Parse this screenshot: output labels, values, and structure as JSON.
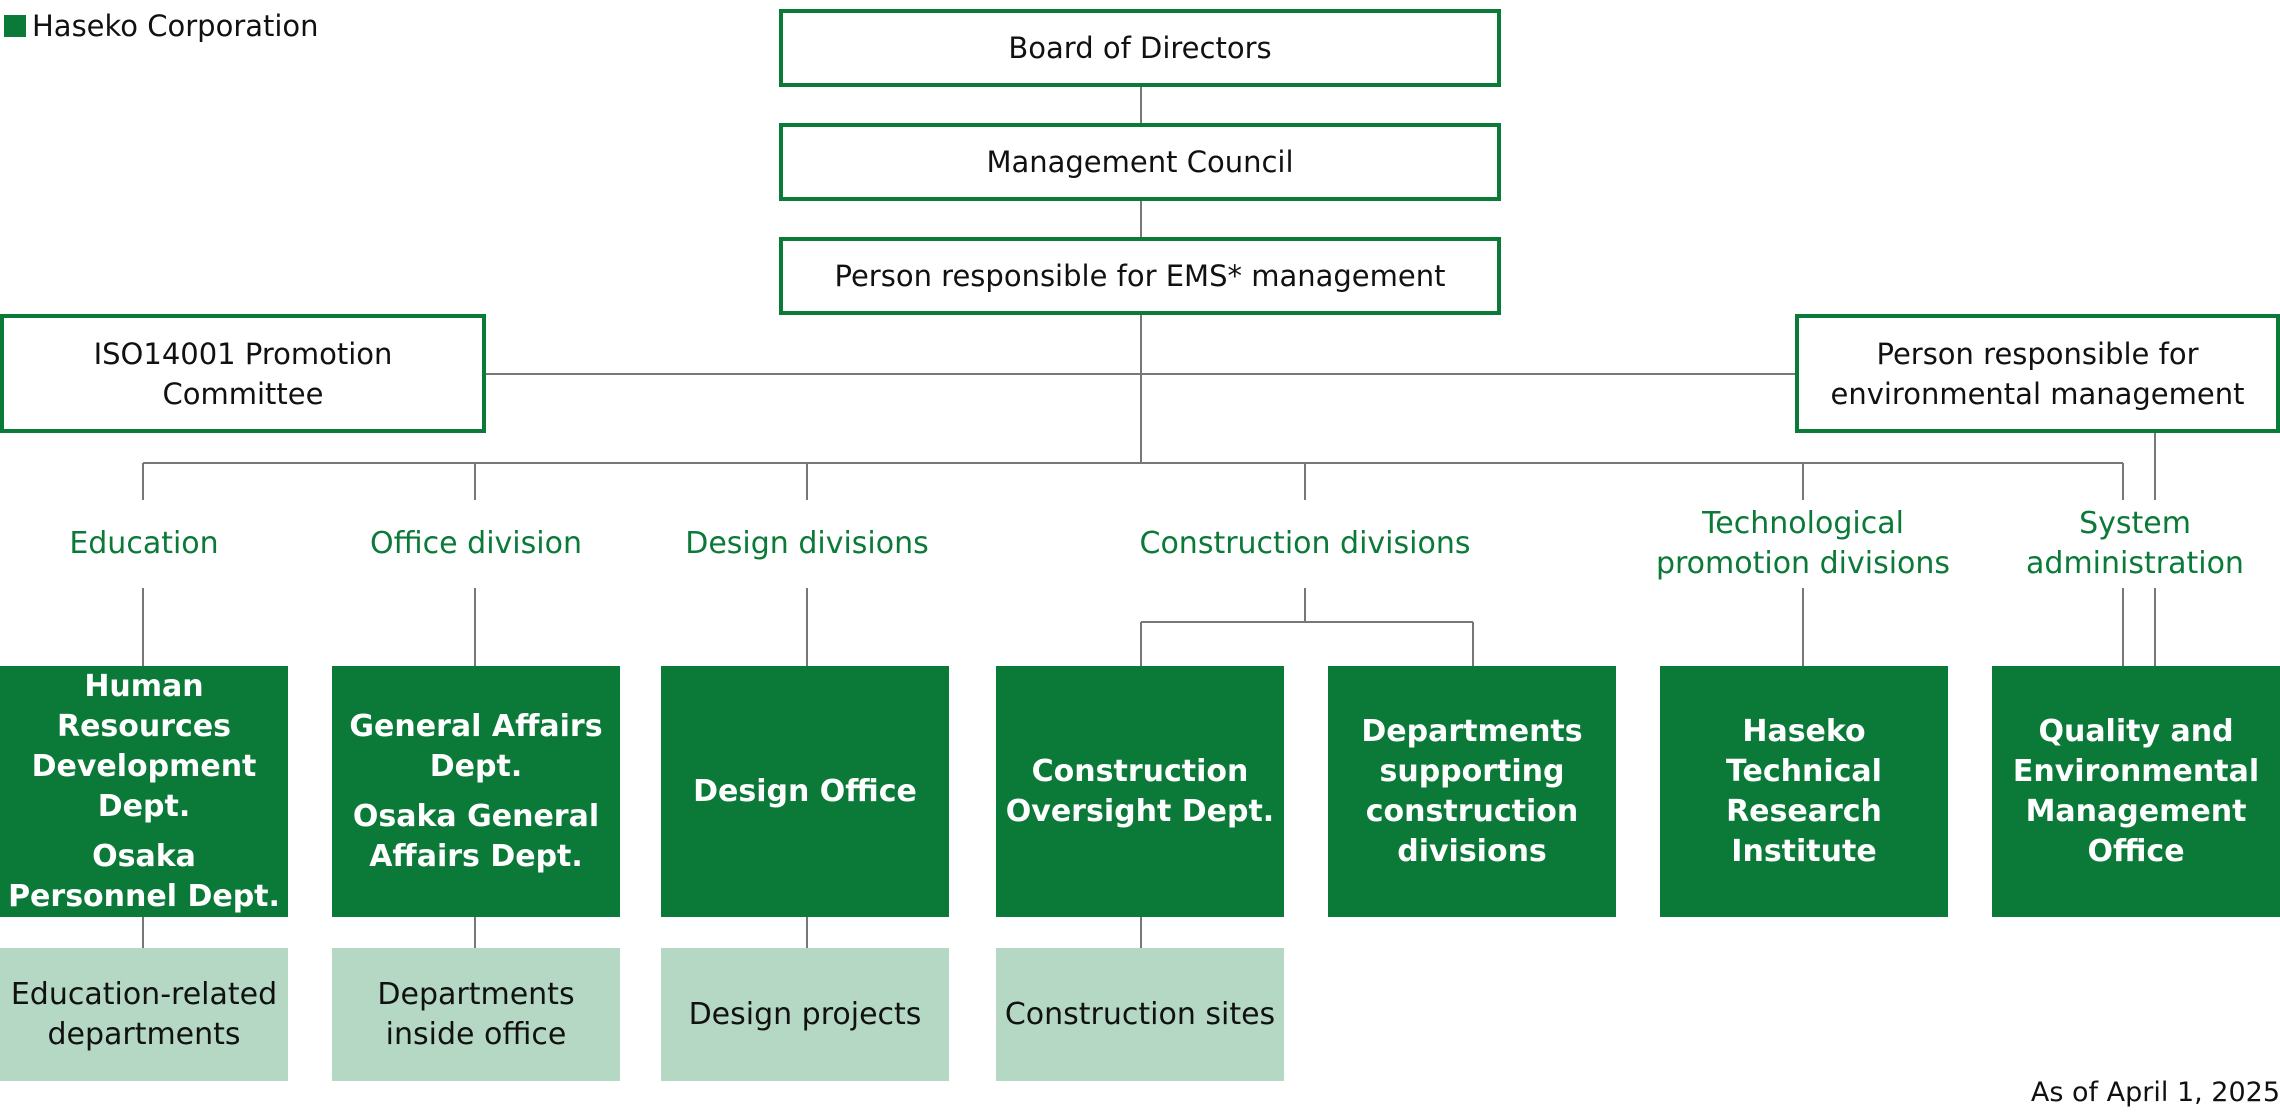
{
  "legend": {
    "label": "Haseko Corporation",
    "color": "#0b7a38"
  },
  "top_chain": [
    {
      "label": "Board of Directors"
    },
    {
      "label": "Management Council"
    },
    {
      "label": "Person responsible for EMS* management"
    }
  ],
  "side_boxes": {
    "left": {
      "label": "ISO14001 Promotion Committee"
    },
    "right": {
      "label": "Person responsible for environmental management"
    }
  },
  "divisions": [
    {
      "label": "Education"
    },
    {
      "label": "Office division"
    },
    {
      "label": "Design divisions"
    },
    {
      "label": "Construction divisions"
    },
    {
      "label": "Technological promotion divisions"
    },
    {
      "label": "System administration"
    }
  ],
  "departments": [
    {
      "lines": [
        "Human Resources Development Dept.",
        "Osaka Personnel Dept."
      ]
    },
    {
      "lines": [
        "General Affairs Dept.",
        "Osaka General Affairs Dept."
      ]
    },
    {
      "lines": [
        "Design Office"
      ]
    },
    {
      "lines": [
        "Construction Oversight Dept."
      ]
    },
    {
      "lines": [
        "Departments supporting construction divisions"
      ]
    },
    {
      "lines": [
        "Haseko Technical Research Institute"
      ]
    },
    {
      "lines": [
        "Quality and Environmental Management Office"
      ]
    }
  ],
  "units": [
    {
      "label": "Education-related departments"
    },
    {
      "label": "Departments inside office"
    },
    {
      "label": "Design projects"
    },
    {
      "label": "Construction sites"
    }
  ],
  "footer": {
    "as_of": "As of April 1, 2025"
  },
  "colors": {
    "primary_green": "#0b7a38",
    "light_green": "#b5d8c5",
    "connector": "#777777"
  }
}
